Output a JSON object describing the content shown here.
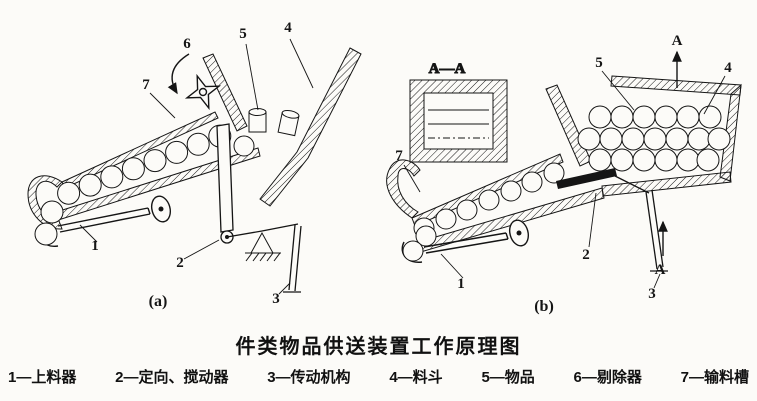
{
  "colors": {
    "paper": "#fcfbf8",
    "ink": "#151515"
  },
  "title": "件类物品供送装置工作原理图",
  "legend": {
    "items": [
      "1—上料器",
      "2—定向、搅动器",
      "3—传动机构",
      "4—料斗",
      "5—物品",
      "6—剔除器",
      "7—输料槽"
    ]
  },
  "figure_a": {
    "caption": "(a)",
    "callouts": {
      "c1": "1",
      "c2": "2",
      "c3": "3",
      "c4": "4",
      "c5": "5",
      "c6": "6",
      "c7": "7"
    }
  },
  "figure_b": {
    "caption": "(b)",
    "section_label": "A—A",
    "arrow_label_top": "A",
    "arrow_label_bottom": "A",
    "callouts": {
      "c1": "1",
      "c2": "2",
      "c3": "3",
      "c4": "4",
      "c5": "5",
      "c7": "7"
    }
  }
}
